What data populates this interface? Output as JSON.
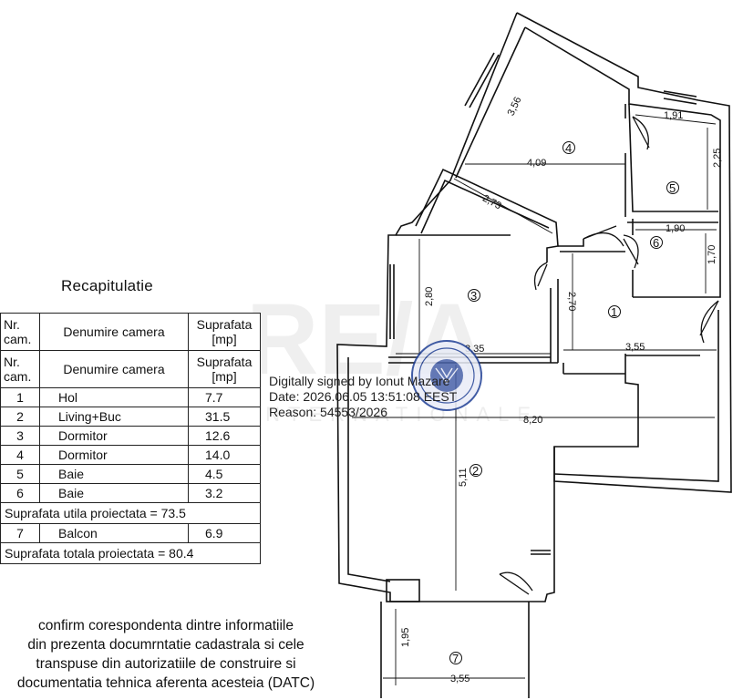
{
  "recap": {
    "title": "Recapitulatie",
    "header": {
      "nr": "Nr. cam.",
      "name": "Denumire camera",
      "area": "Suprafata [mp]"
    },
    "rows": [
      {
        "nr": "1",
        "name": "Hol",
        "area": "7.7"
      },
      {
        "nr": "2",
        "name": "Living+Buc",
        "area": "31.5"
      },
      {
        "nr": "3",
        "name": "Dormitor",
        "area": "12.6"
      },
      {
        "nr": "4",
        "name": "Dormitor",
        "area": "14.0"
      },
      {
        "nr": "5",
        "name": "Baie",
        "area": "4.5"
      },
      {
        "nr": "6",
        "name": "Baie",
        "area": "3.2"
      }
    ],
    "useful_total": "Suprafata utila proiectata = 73.5",
    "balcony": {
      "nr": "7",
      "name": "Balcon",
      "area": "6.9"
    },
    "grand_total": "Suprafata totala proiectata = 80.4"
  },
  "confirm": {
    "line1": "confirm corespondenta dintre informatiile",
    "line2": "din prezenta documrntatie cadastrala si cele",
    "line3": "transpuse din autorizatiile de construire si",
    "line4": "documentatia tehnica aferenta acesteia (DATC)"
  },
  "signature": {
    "line1": "Digitally signed by Ionut Mazare",
    "line2": "Date: 2026.06.05 13:51:08 EEST",
    "line3": "Reason: 54553/2026"
  },
  "watermark": {
    "brand": "RE/A",
    "sub": "INTERNATIONALE"
  },
  "dimensions": {
    "d356": "3,56",
    "d409": "4,09",
    "d191": "1,91",
    "d225": "2,25",
    "d273": "2,73",
    "d190": "1,90",
    "d170": "1,70",
    "d280": "2,80",
    "d270": "2,70",
    "d335": "3,35",
    "d355a": "3,55",
    "d820": "8,20",
    "d511": "5,11",
    "d195": "1,95",
    "d355b": "3,55"
  },
  "rooms": [
    "1",
    "2",
    "3",
    "4",
    "5",
    "6",
    "7"
  ],
  "colors": {
    "line": "#111111",
    "stamp": "#1f3f95",
    "watermark": "#d9d9d9"
  }
}
